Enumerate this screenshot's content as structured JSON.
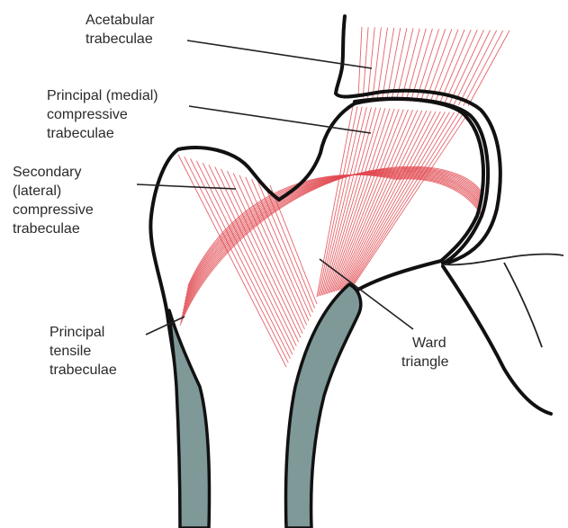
{
  "labels": {
    "acetabular": [
      "Acetabular",
      "trabeculae"
    ],
    "principal_compressive": [
      "Principal (medial)",
      "compressive",
      "trabeculae"
    ],
    "secondary_compressive": [
      "Secondary",
      "(lateral)",
      "compressive",
      "trabeculae"
    ],
    "principal_tensile": [
      "Principal",
      "tensile",
      "trabeculae"
    ],
    "ward": [
      "Ward",
      "triangle"
    ]
  },
  "colors": {
    "trabeculae": "#e0484f",
    "cortex": "#7f9898",
    "outline": "#111111"
  }
}
